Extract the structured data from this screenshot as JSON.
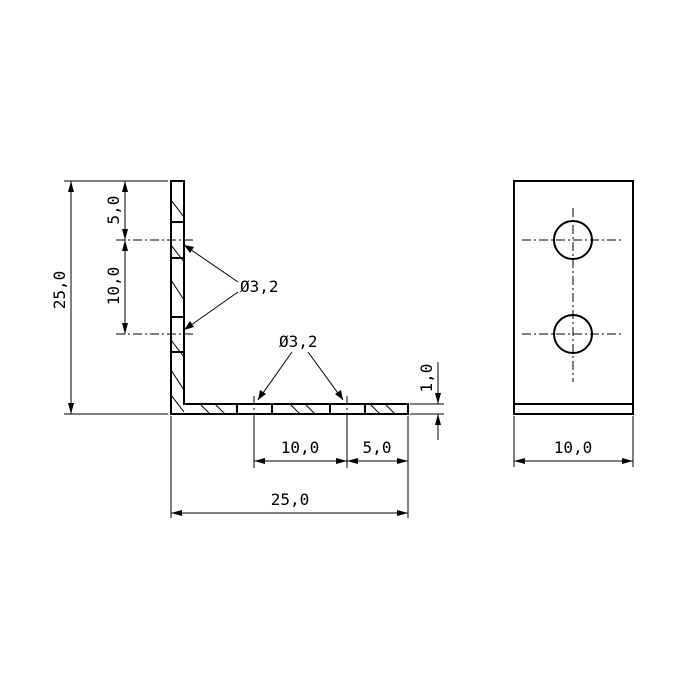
{
  "dimensions": {
    "total_height": "25,0",
    "top_hole_offset": "5,0",
    "hole_spacing_vertical": "10,0",
    "thickness": "1,0",
    "hole_spacing_horizontal": "10,0",
    "end_hole_offset": "5,0",
    "total_length": "25,0",
    "width": "10,0"
  },
  "callouts": {
    "vertical_holes": "Ø3,2",
    "horizontal_holes": "Ø3,2"
  }
}
